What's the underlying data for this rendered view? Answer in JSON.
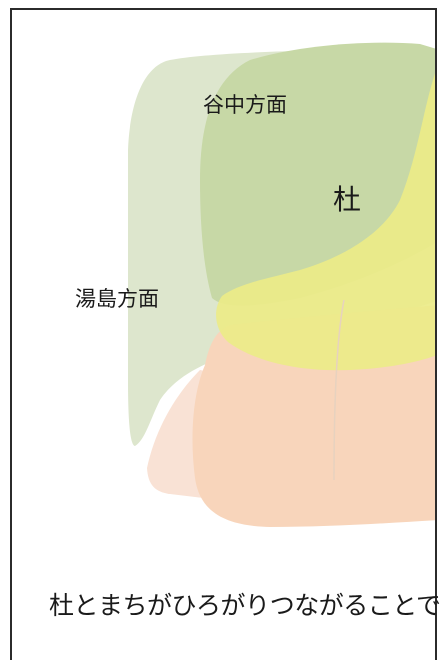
{
  "labels": {
    "yanaka": "谷中方面",
    "mori": "杜",
    "yushima": "湯島方面"
  },
  "caption": "杜とまちがひろがりつながることで",
  "colors": {
    "background": "#ffffff",
    "frame": "#2b2b2b",
    "outer_green": "#dde6cd",
    "inner_green": "#c7d8a6",
    "yellow": "#ecec88",
    "pale_peach": "#f9e2d5",
    "peach": "#f8d5bb",
    "text": "#1a1a1a"
  }
}
